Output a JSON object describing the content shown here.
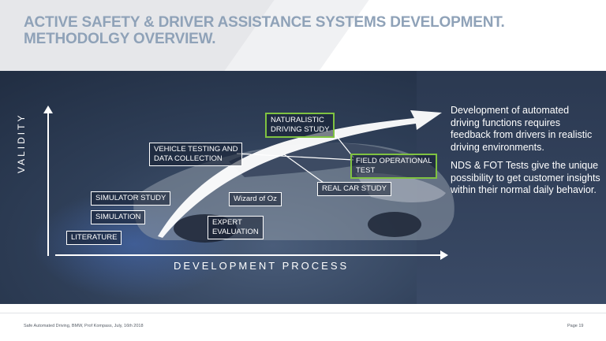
{
  "header": {
    "title_line1": "ACTIVE SAFETY & DRIVER ASSISTANCE SYSTEMS DEVELOPMENT.",
    "title_line2": "METHODOLGY OVERVIEW."
  },
  "diagram": {
    "y_axis_label": "VALIDITY",
    "x_axis_label": "DEVELOPMENT PROCESS",
    "boxes": {
      "naturalistic_line1": "NATURALISTIC",
      "naturalistic_line2": "DRIVING STUDY",
      "vehicle_testing_line1": "VEHICLE TESTING AND",
      "vehicle_testing_line2": "DATA COLLECTION",
      "field_operational_line1": "FIELD OPERATIONAL",
      "field_operational_line2": "TEST",
      "real_car_study": "REAL CAR STUDY",
      "simulator_study": "SIMULATOR STUDY",
      "wizard_of_oz": "Wizard of Oz",
      "simulation": "SIMULATION",
      "expert_line1": "EXPERT",
      "expert_line2": "EVALUATION",
      "literature": "LITERATURE"
    },
    "highlight_color": "#7fc241"
  },
  "description": {
    "paragraph1": "Development of automated driving functions requires feedback from drivers in realistic driving environments.",
    "paragraph2": "NDS & FOT Tests give the unique possibility to get customer insights within their normal daily behavior."
  },
  "footer": {
    "left": "Safe Automated Driving, BMW, Prof Kompass, July, 16th 2018",
    "right": "Page 19"
  }
}
